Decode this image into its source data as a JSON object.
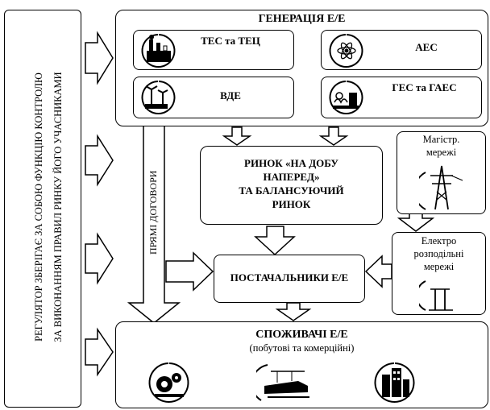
{
  "regulator": {
    "line1": "РЕГУЛЯТОР ЗБЕРІГАЄ ЗА СОБОЮ ФУНКЦІЮ КОНТРОЛЮ",
    "line2": "ЗА ВИКОНАННЯМ ПРАВИЛ РИНКУ ЙОГО УЧАСНИКАМИ"
  },
  "generation": {
    "title": "ГЕНЕРАЦІЯ Е/Е",
    "items": [
      {
        "label": "ТЕС та ТЕЦ",
        "icon": "thermal-plant-icon"
      },
      {
        "label": "АЕС",
        "icon": "atom-icon"
      },
      {
        "label": "ВДЕ",
        "icon": "renewables-icon"
      },
      {
        "label": "ГЕС та ГАЕС",
        "icon": "hydro-plant-icon"
      }
    ]
  },
  "direct_contracts": "ПРЯМІ ДОГОВОРИ",
  "market": {
    "line1": "РИНОК «НА ДОБУ",
    "line2": "НАПЕРЕД»",
    "line3": "ТА БАЛАНСУЮЧИЙ",
    "line4": "РИНОК"
  },
  "transmission": {
    "line1": "Магістр.",
    "line2": "мережі",
    "icon": "power-tower-icon"
  },
  "distribution": {
    "line1": "Електро",
    "line2": "розподільні",
    "line3": "мережі",
    "icon": "distribution-pole-icon"
  },
  "suppliers": "ПОСТАЧАЛЬНИКИ Е/Е",
  "consumers": {
    "title": "СПОЖИВАЧІ Е/Е",
    "subtitle": "(побутові та комерційні)",
    "icons": [
      "industry-gear-icon",
      "train-icon",
      "city-icon"
    ]
  }
}
